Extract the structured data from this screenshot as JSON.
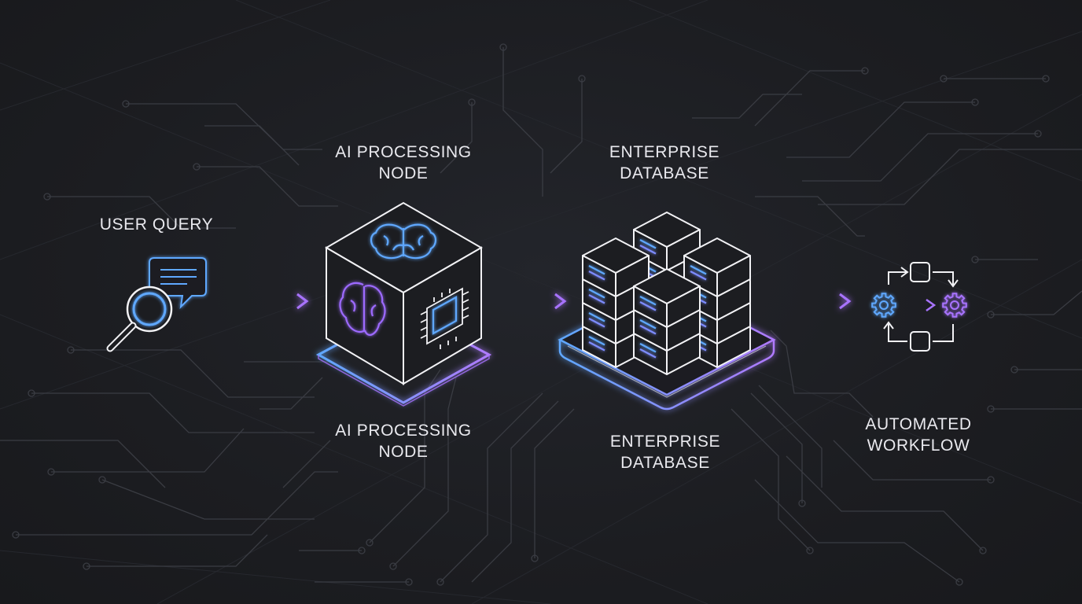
{
  "colors": {
    "background": "#1c1d21",
    "circuit": "#3a3c43",
    "outline": "#f2f2f5",
    "accent_blue": "#5fa8ff",
    "accent_violet": "#a873ff",
    "label": "#e9e9ee"
  },
  "labels": {
    "user_query": "USER QUERY",
    "ai_node_top": "AI PROCESSING\nNODE",
    "ai_node_bottom": "AI PROCESSING\nNODE",
    "db_top": "ENTERPRISE\nDATABASE",
    "db_bottom": "ENTERPRISE\nDATABASE",
    "workflow": "AUTOMATED\nWORKFLOW"
  },
  "icons": {
    "user_query": "magnifier-with-chat-bubble-icon",
    "ai_node": "cube-with-brain-and-chip-icon",
    "database": "server-stack-icon",
    "workflow": "gear-cycle-workflow-icon"
  }
}
